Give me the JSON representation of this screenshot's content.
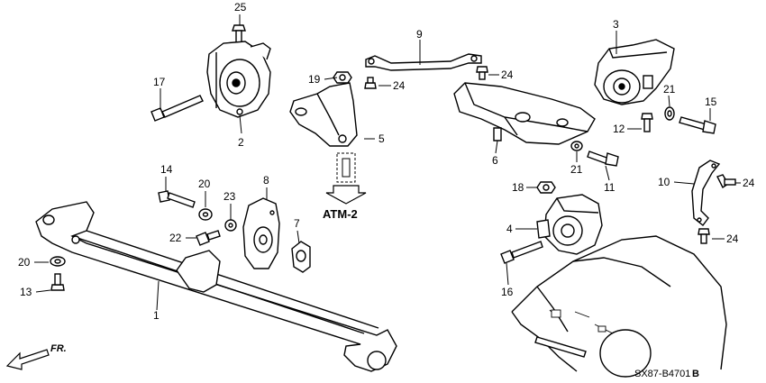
{
  "callouts": {
    "c1": "1",
    "c2": "2",
    "c3": "3",
    "c4": "4",
    "c5": "5",
    "c6": "6",
    "c7": "7",
    "c8": "8",
    "c9": "9",
    "c10": "10",
    "c11": "11",
    "c12": "12",
    "c13": "13",
    "c14": "14",
    "c15": "15",
    "c16": "16",
    "c17": "17",
    "c18": "18",
    "c19": "19",
    "c20a": "20",
    "c20b": "20",
    "c21a": "21",
    "c21b": "21",
    "c22": "22",
    "c23": "23",
    "c24a": "24",
    "c24b": "24",
    "c24c": "24",
    "c24d": "24",
    "c25": "25"
  },
  "reference": {
    "atm": "ATM-2"
  },
  "direction": {
    "label": "FR."
  },
  "diagram_code": {
    "code": "SX87-B4701",
    "suffix": "B"
  }
}
